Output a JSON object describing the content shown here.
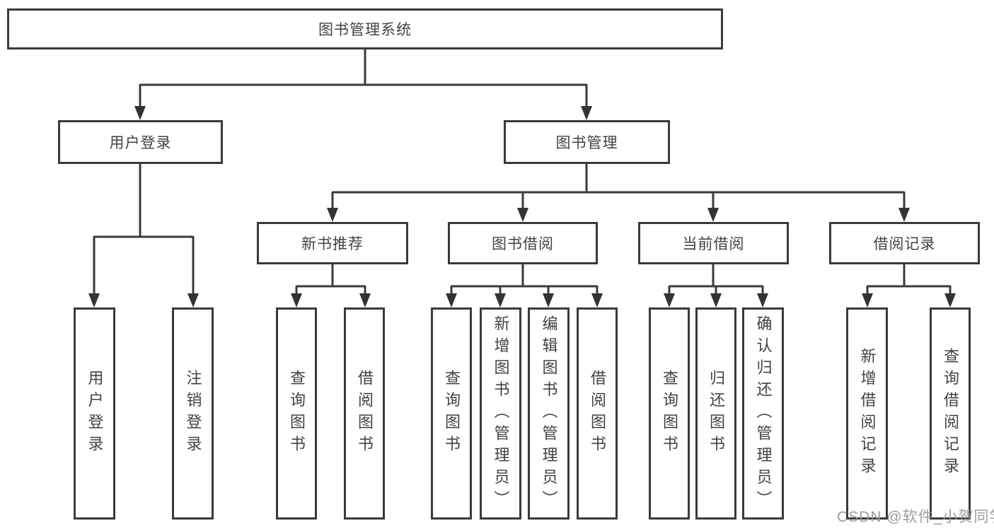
{
  "diagram": {
    "title": "图书管理系统",
    "colors": {
      "line": "#3a3a3a",
      "text": "#424242",
      "background": "#ffffff",
      "watermark": "#97979c"
    },
    "root": {
      "label": "图书管理系统"
    },
    "level2": [
      {
        "id": "user-login",
        "label": "用户登录"
      },
      {
        "id": "book-management",
        "label": "图书管理"
      }
    ],
    "level3": [
      {
        "id": "new-book-recommend",
        "parent": "book-management",
        "label": "新书推荐"
      },
      {
        "id": "book-borrowing",
        "parent": "book-management",
        "label": "图书借阅"
      },
      {
        "id": "current-borrowing",
        "parent": "book-management",
        "label": "当前借阅"
      },
      {
        "id": "borrowing-records",
        "parent": "book-management",
        "label": "借阅记录"
      }
    ],
    "leaves": [
      {
        "parent": "user-login",
        "label": "用户登录"
      },
      {
        "parent": "user-login",
        "label": "注销登录"
      },
      {
        "parent": "new-book-recommend",
        "label": "查询图书"
      },
      {
        "parent": "new-book-recommend",
        "label": "借阅图书"
      },
      {
        "parent": "book-borrowing",
        "label": "查询图书"
      },
      {
        "parent": "book-borrowing",
        "label": "新增图书（管理员）"
      },
      {
        "parent": "book-borrowing",
        "label": "编辑图书（管理员）"
      },
      {
        "parent": "book-borrowing",
        "label": "借阅图书"
      },
      {
        "parent": "current-borrowing",
        "label": "查询图书"
      },
      {
        "parent": "current-borrowing",
        "label": "归还图书"
      },
      {
        "parent": "current-borrowing",
        "label": "确认归还（管理员）"
      },
      {
        "parent": "borrowing-records",
        "label": "新增借阅记录"
      },
      {
        "parent": "borrowing-records",
        "label": "查询借阅记录"
      }
    ],
    "watermark": "CSDN @软件_小贺同学"
  }
}
